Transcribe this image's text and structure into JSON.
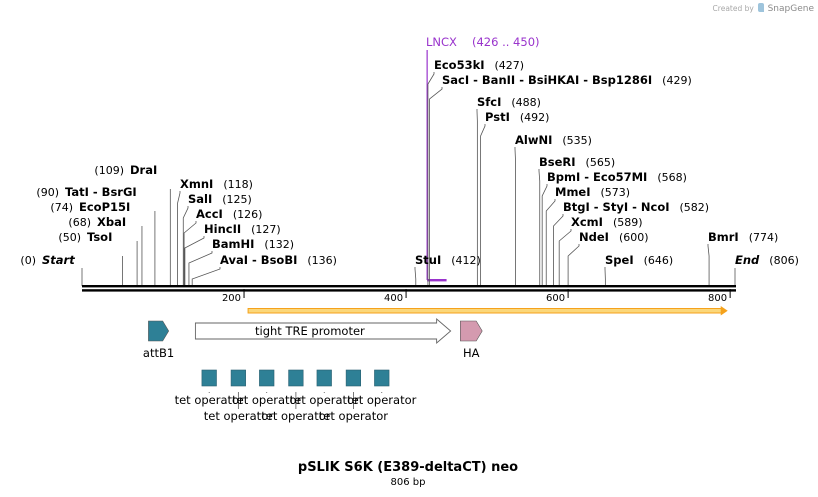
{
  "credit": {
    "prefix": "Created by",
    "brand": "SnapGene"
  },
  "plasmid": {
    "name": "pSLIK S6K (E389-deltaCT) neo",
    "length_label": "806 bp",
    "length_bp": 806
  },
  "colors": {
    "backbone": "#000000",
    "lncx_feature": "#9933cc",
    "attb1_arrow": "#2e8096",
    "ha_arrow": "#d49aaf",
    "promoter_fill": "#ffffff",
    "tet_operator": "#2e8096",
    "orf_arrow": "#f5a21c"
  },
  "ruler": {
    "ticks": [
      {
        "bp": 200,
        "label": "200"
      },
      {
        "bp": 400,
        "label": "400"
      },
      {
        "bp": 600,
        "label": "600"
      },
      {
        "bp": 800,
        "label": "800"
      }
    ]
  },
  "sites": [
    {
      "name": "Start",
      "position": 0,
      "pos_label": "(0)",
      "style": "italic-bold"
    },
    {
      "name": "TsoI",
      "position": 50,
      "pos_label": "(50)"
    },
    {
      "name": "XbaI",
      "position": 68,
      "pos_label": "(68)"
    },
    {
      "name": "EcoP15I",
      "position": 74,
      "pos_label": "(74)"
    },
    {
      "name": "TatI - BsrGI",
      "position": 90,
      "pos_label": "(90)"
    },
    {
      "name": "DraI",
      "position": 109,
      "pos_label": "(109)"
    },
    {
      "name": "XmnI",
      "position": 118,
      "pos_label": "(118)"
    },
    {
      "name": "SalI",
      "position": 125,
      "pos_label": "(125)"
    },
    {
      "name": "AccI",
      "position": 126,
      "pos_label": "(126)"
    },
    {
      "name": "HincII",
      "position": 127,
      "pos_label": "(127)"
    },
    {
      "name": "BamHI",
      "position": 132,
      "pos_label": "(132)"
    },
    {
      "name": "AvaI - BsoBI",
      "position": 136,
      "pos_label": "(136)"
    },
    {
      "name": "StuI",
      "position": 412,
      "pos_label": "(412)"
    },
    {
      "name": "Eco53kI",
      "position": 427,
      "pos_label": "(427)"
    },
    {
      "name": "SacI - BanII - BsiHKAI - Bsp1286I",
      "position": 429,
      "pos_label": "(429)"
    },
    {
      "name": "SfcI",
      "position": 488,
      "pos_label": "(488)"
    },
    {
      "name": "PstI",
      "position": 492,
      "pos_label": "(492)"
    },
    {
      "name": "AlwNI",
      "position": 535,
      "pos_label": "(535)"
    },
    {
      "name": "BseRI",
      "position": 565,
      "pos_label": "(565)"
    },
    {
      "name": "BpmI - Eco57MI",
      "position": 568,
      "pos_label": "(568)"
    },
    {
      "name": "MmeI",
      "position": 573,
      "pos_label": "(573)"
    },
    {
      "name": "BtgI - StyI - NcoI",
      "position": 582,
      "pos_label": "(582)"
    },
    {
      "name": "XcmI",
      "position": 589,
      "pos_label": "(589)"
    },
    {
      "name": "NdeI",
      "position": 600,
      "pos_label": "(600)"
    },
    {
      "name": "SpeI",
      "position": 646,
      "pos_label": "(646)"
    },
    {
      "name": "BmrI",
      "position": 774,
      "pos_label": "(774)"
    },
    {
      "name": "End",
      "position": 806,
      "pos_label": "(806)",
      "style": "italic-bold"
    }
  ],
  "lncx": {
    "name": "LNCX",
    "range_label": "(426 .. 450)",
    "start": 426,
    "end": 450
  },
  "features": [
    {
      "name": "attB1",
      "kind": "arrow",
      "start": 82,
      "end": 107,
      "color_key": "attb1_arrow"
    },
    {
      "name": "tight TRE promoter",
      "kind": "promoter",
      "start": 140,
      "end": 455
    },
    {
      "name": "HA",
      "kind": "arrow",
      "start": 467,
      "end": 494,
      "color_key": "ha_arrow"
    }
  ],
  "tet_operators": [
    {
      "label": "tet operator",
      "start": 148,
      "end": 166,
      "label_row": 1
    },
    {
      "label": "tet operator",
      "start": 184,
      "end": 202,
      "label_row": 2
    },
    {
      "label": "tet operator",
      "start": 219,
      "end": 237,
      "label_row": 1
    },
    {
      "label": "tet operator",
      "start": 255,
      "end": 273,
      "label_row": 2
    },
    {
      "label": "tet operator",
      "start": 290,
      "end": 308,
      "label_row": 1
    },
    {
      "label": "tet operator",
      "start": 326,
      "end": 344,
      "label_row": 2
    },
    {
      "label": "tet operator",
      "start": 361,
      "end": 379,
      "label_row": 1
    }
  ],
  "orf": {
    "start": 205,
    "end": 797
  }
}
